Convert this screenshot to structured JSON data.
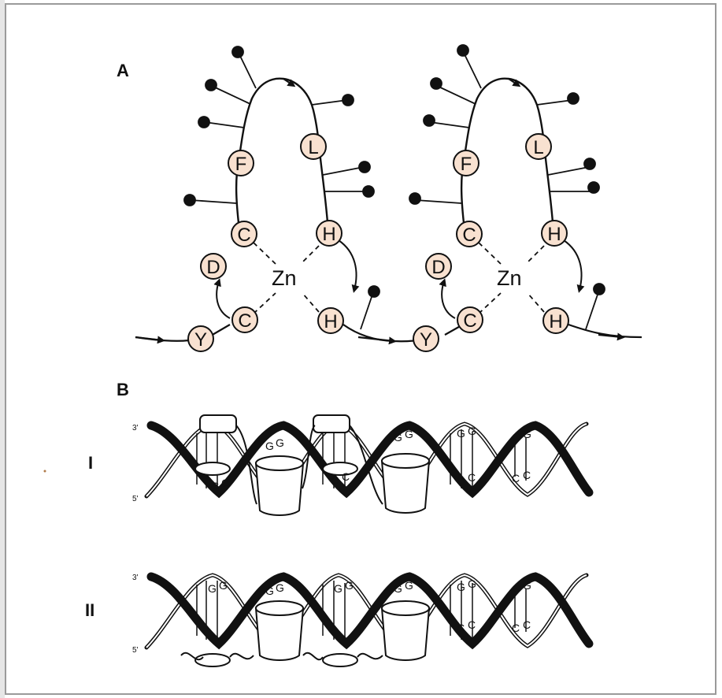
{
  "panels": {
    "a": "A",
    "b": "B"
  },
  "fingers": [
    {
      "residues": {
        "f": "F",
        "l": "L",
        "c1": "C",
        "h1": "H",
        "d": "D",
        "c2": "C",
        "y": "Y",
        "h2": "H"
      },
      "zinc": "Zn"
    },
    {
      "residues": {
        "f": "F",
        "l": "L",
        "c1": "C",
        "h1": "H",
        "d": "D",
        "c2": "C",
        "y": "Y",
        "h2": "H"
      },
      "zinc": "Zn"
    }
  ],
  "dna_models": [
    {
      "label": "I",
      "end_top": "3'",
      "end_bottom": "5'"
    },
    {
      "label": "II",
      "end_top": "3'",
      "end_bottom": "5'"
    }
  ],
  "bases": {
    "g": "G",
    "c": "C"
  },
  "colors": {
    "residue_fill": "#f8e1d0",
    "ink": "#111111",
    "frame": "#9a9a9a"
  }
}
